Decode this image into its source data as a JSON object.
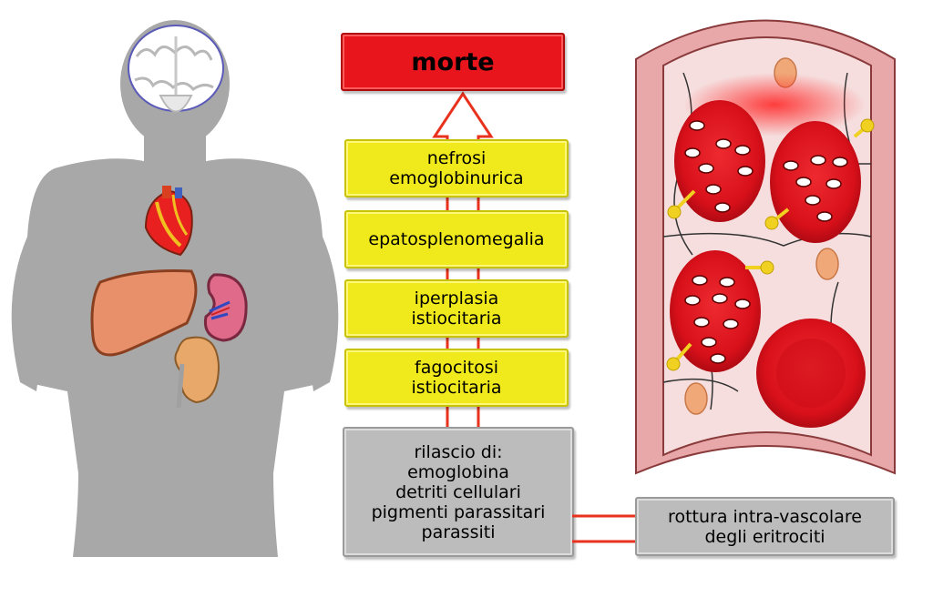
{
  "title_box": "morte",
  "steps": [
    {
      "lines": [
        "nefrosi",
        "emoglobinurica"
      ]
    },
    {
      "lines": [
        "epatosplenomegalia"
      ]
    },
    {
      "lines": [
        "iperplasia",
        "istiocitaria"
      ]
    },
    {
      "lines": [
        "fagocitosi",
        "istiocitaria"
      ]
    }
  ],
  "release_box": {
    "lines": [
      "rilascio di:",
      "emoglobina",
      "detriti cellulari",
      "pigmenti parassitari",
      "parassiti"
    ]
  },
  "rupture_box": {
    "lines": [
      "rottura intra-vascolare",
      "degli eritrociti"
    ]
  },
  "colors": {
    "arrow": "#e8321e",
    "yellow_box": "#f0ea1c",
    "gray_box": "#bcbcbc",
    "red_box": "#e8161c",
    "body_silhouette": "#a8a8a8",
    "vessel_wall": "#e8a8aa",
    "vessel_lumen": "#f6dede",
    "erythrocyte": "#d8101a"
  }
}
